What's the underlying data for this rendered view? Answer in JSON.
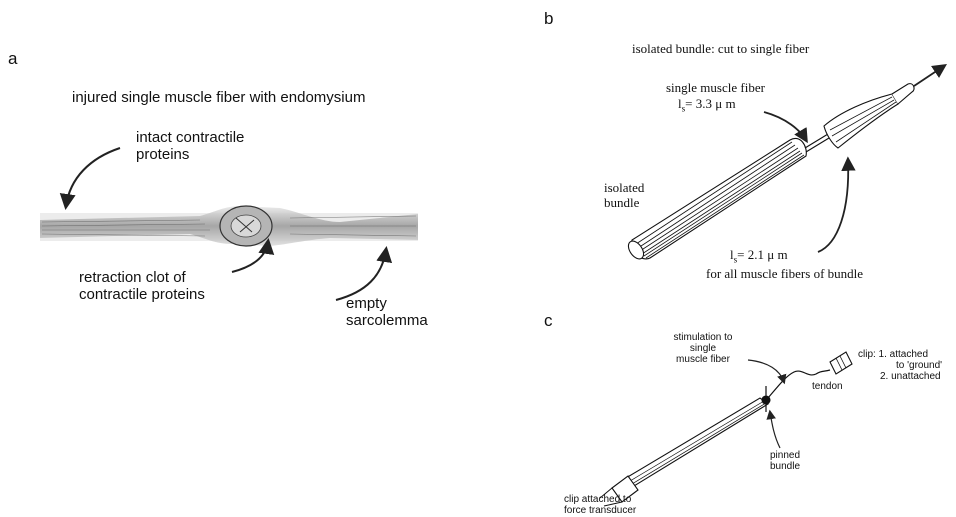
{
  "panels": {
    "a": {
      "letter": "a",
      "title": "injured single muscle fiber with endomysium",
      "label_intact": [
        "intact contractile",
        "proteins"
      ],
      "label_clot": [
        "retraction clot of",
        "contractile proteins"
      ],
      "label_empty": [
        "empty",
        "sarcolemma"
      ]
    },
    "b": {
      "letter": "b",
      "title": "isolated bundle: cut to single fiber",
      "label_single": "single muscle fiber",
      "ls_single_prefix": "l",
      "ls_single_sub": "s",
      "ls_single_value": "= 3.3 μ m",
      "label_bundle": [
        "isolated",
        "bundle"
      ],
      "ls_bundle_prefix": "l",
      "ls_bundle_sub": "s",
      "ls_bundle_value": "= 2.1 μ m",
      "label_all": "for all muscle fibers of bundle"
    },
    "c": {
      "letter": "c",
      "label_stim": [
        "stimulation to",
        "single",
        "muscle fiber"
      ],
      "label_tendon": "tendon",
      "label_clip_top": [
        "clip: 1. attached",
        "to 'ground'",
        "2. unattached"
      ],
      "label_pinned": [
        "pinned",
        "bundle"
      ],
      "label_clip_bottom": [
        "clip attached to",
        "force transducer"
      ]
    }
  }
}
